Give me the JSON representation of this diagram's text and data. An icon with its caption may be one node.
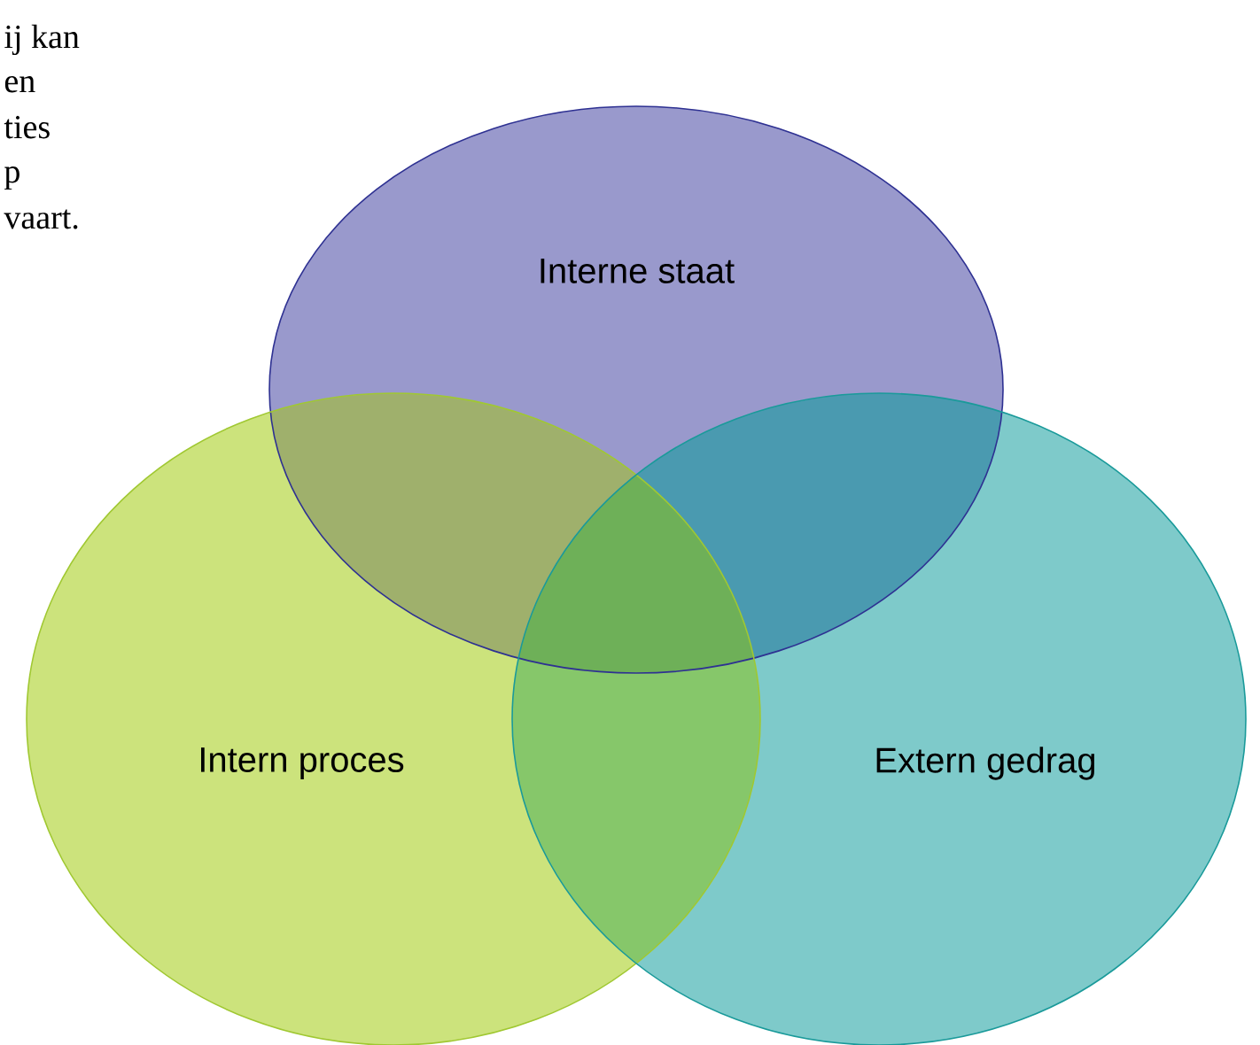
{
  "diagram": {
    "nodes": [
      {
        "text": [
          "Interne staat"
        ]
      },
      {
        "text": [
          "Intern proces"
        ]
      },
      {
        "text": [
          "Extern gedrag"
        ]
      }
    ],
    "labels": [
      "ij kan",
      "en",
      "ties",
      "p",
      "vaart."
    ]
  }
}
